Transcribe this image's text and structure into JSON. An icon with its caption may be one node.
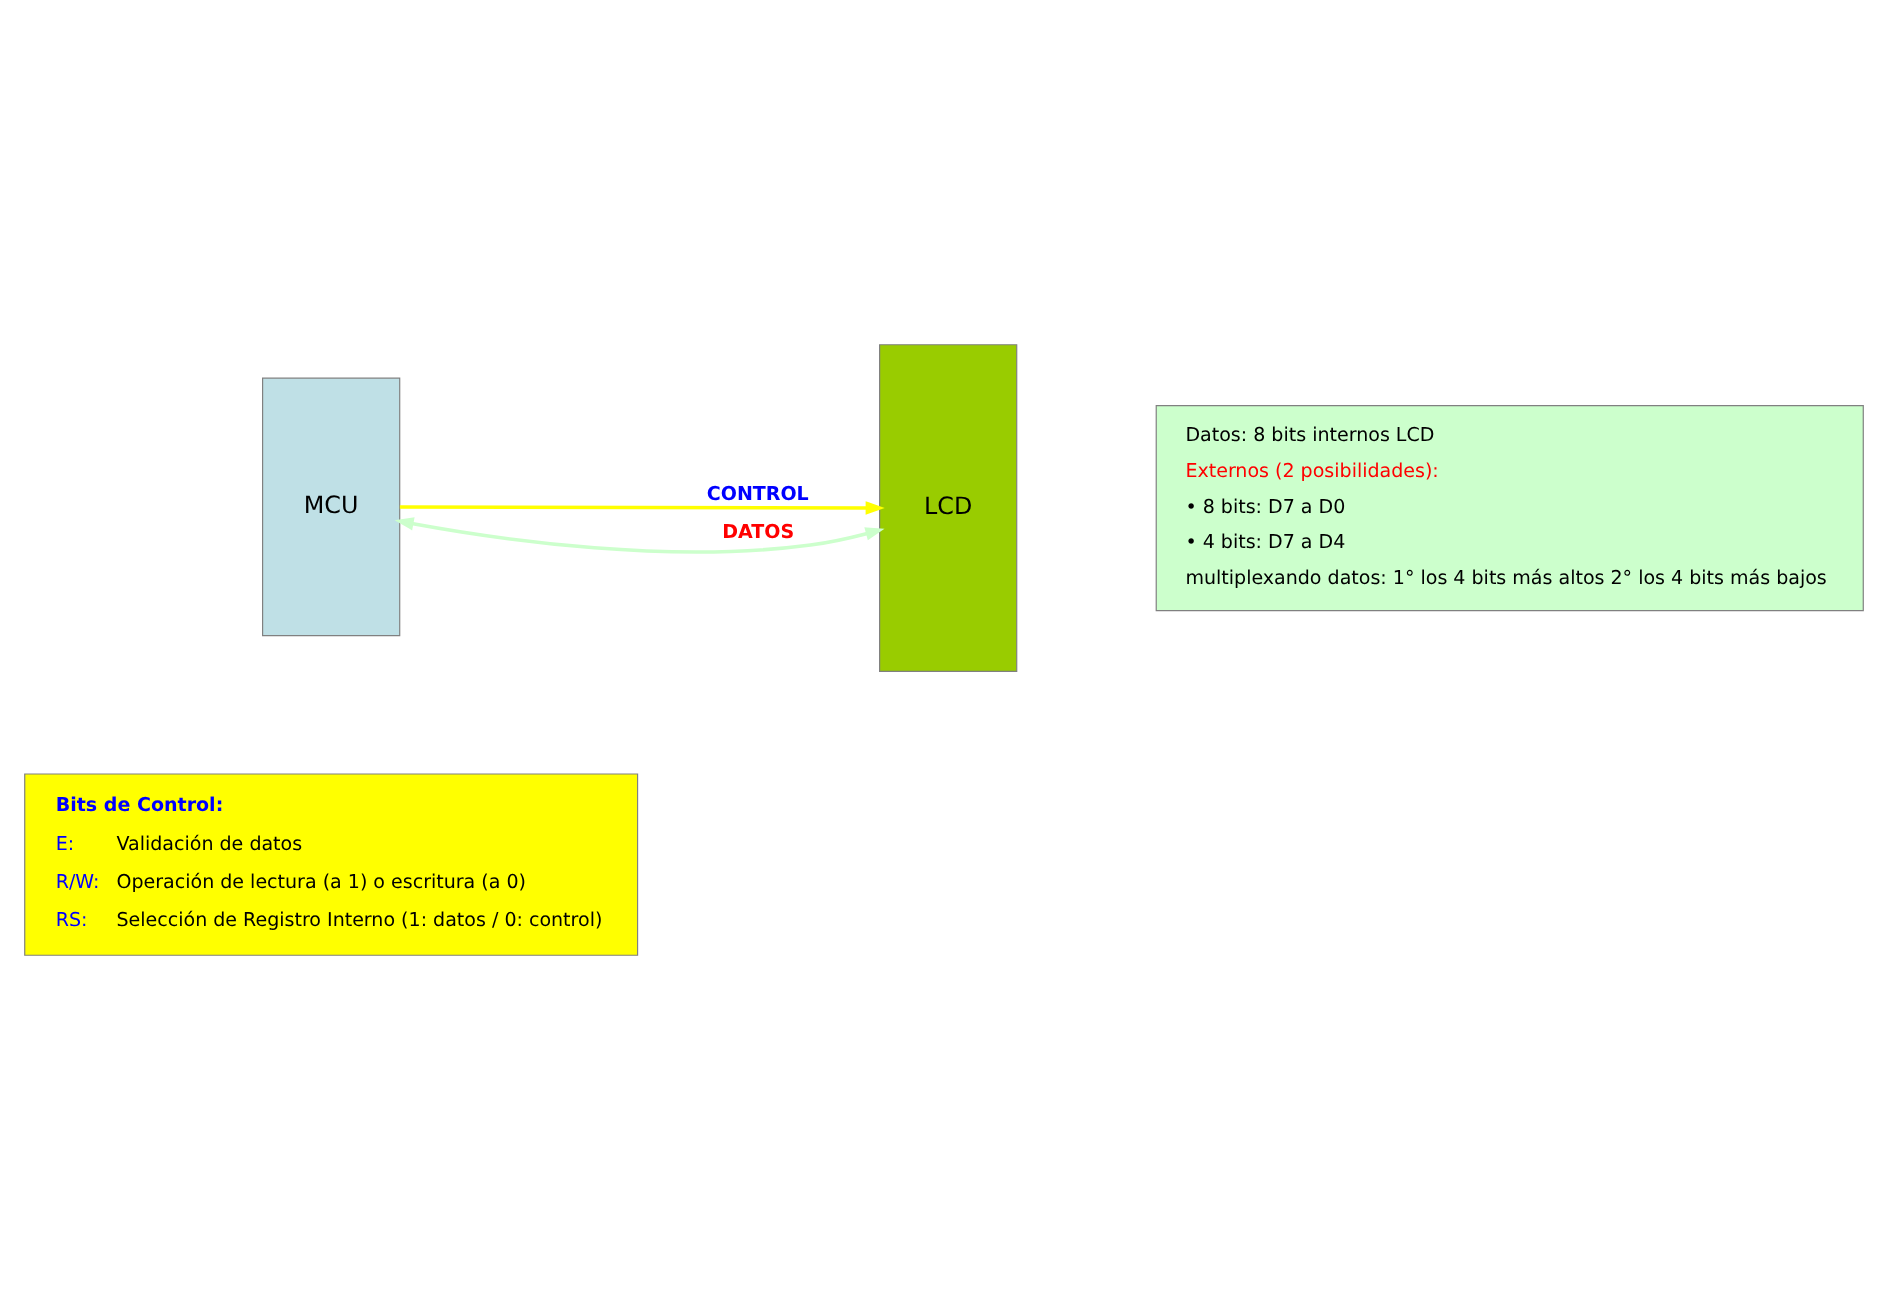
{
  "diagram": {
    "nodes": [
      {
        "text": [
          "MCU"
        ]
      },
      {
        "text": [
          "LCD"
        ]
      },
      {
        "text": [
          "Datos: 8 bits internos LCD",
          "Externos (2 posibilidades):",
          "• 8 bits: D7 a D0",
          "• 4 bits: D7 a D4",
          "multiplexando datos: 1° los 4 bits más altos 2° los 4 bits más bajos"
        ]
      },
      {
        "text": [
          "Bits de Control:",
          "E:",
          "Validación de datos",
          "R/W:",
          "Operación de lectura (a 1) o escritura (a 0)",
          "RS:",
          "Selección de Registro Interno (1: datos / 0: control)"
        ]
      }
    ],
    "edges": [
      {
        "from": 0,
        "to": 1,
        "arrow": "to",
        "label": "CONTROL",
        "color": "#ffff00"
      },
      {
        "from": 0,
        "to": 1,
        "arrow": "both",
        "label": "DATOS",
        "color": "#ccffcc"
      }
    ]
  }
}
